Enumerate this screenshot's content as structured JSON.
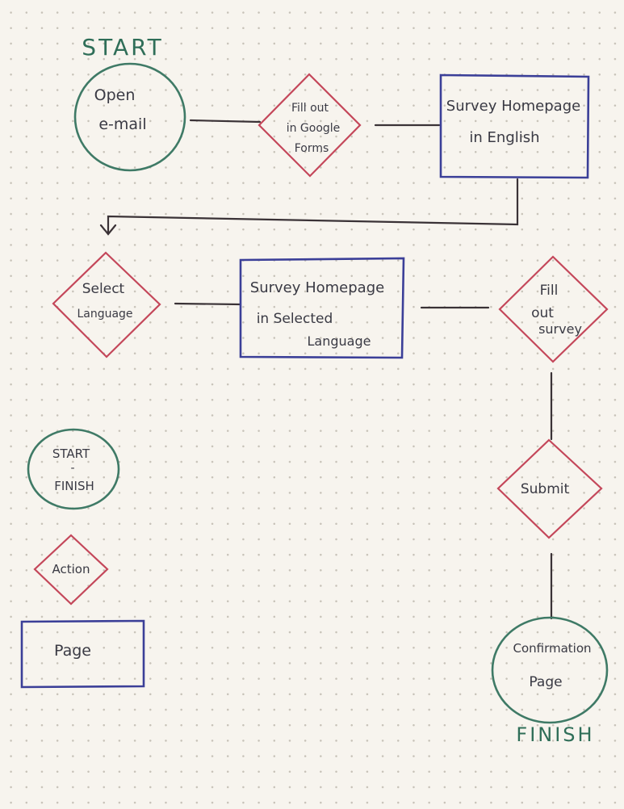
{
  "labels": {
    "start": "START",
    "finish": "FINISH",
    "open_email_line1": "Open",
    "open_email_line2": "e-mail",
    "fill_out_google_line1": "Fill out",
    "fill_out_google_line2": "in Google",
    "fill_out_google_line3": "Forms",
    "survey_home_en_line1": "Survey Homepage",
    "survey_home_en_line2": "in English",
    "select_language_line1": "Select",
    "select_language_line2": "Language",
    "survey_home_sel_line1": "Survey Homepage",
    "survey_home_sel_line2": "in Selected",
    "survey_home_sel_line3": "Language",
    "fill_out_survey_line1": "Fill",
    "fill_out_survey_line2": "out",
    "fill_out_survey_line3": "survey",
    "submit": "Submit",
    "confirmation_line1": "Confirmation",
    "confirmation_line2": "Page"
  },
  "legend": {
    "start_finish_line1": "START",
    "start_finish_line2": "-",
    "start_finish_line3": "FINISH",
    "action": "Action",
    "page": "Page"
  },
  "colors": {
    "start_finish_circle": "#3f7a66",
    "action_diamond": "#c4475a",
    "page_box": "#3b3f98",
    "connector": "#3a3236",
    "paper": "#f7f4ee"
  }
}
